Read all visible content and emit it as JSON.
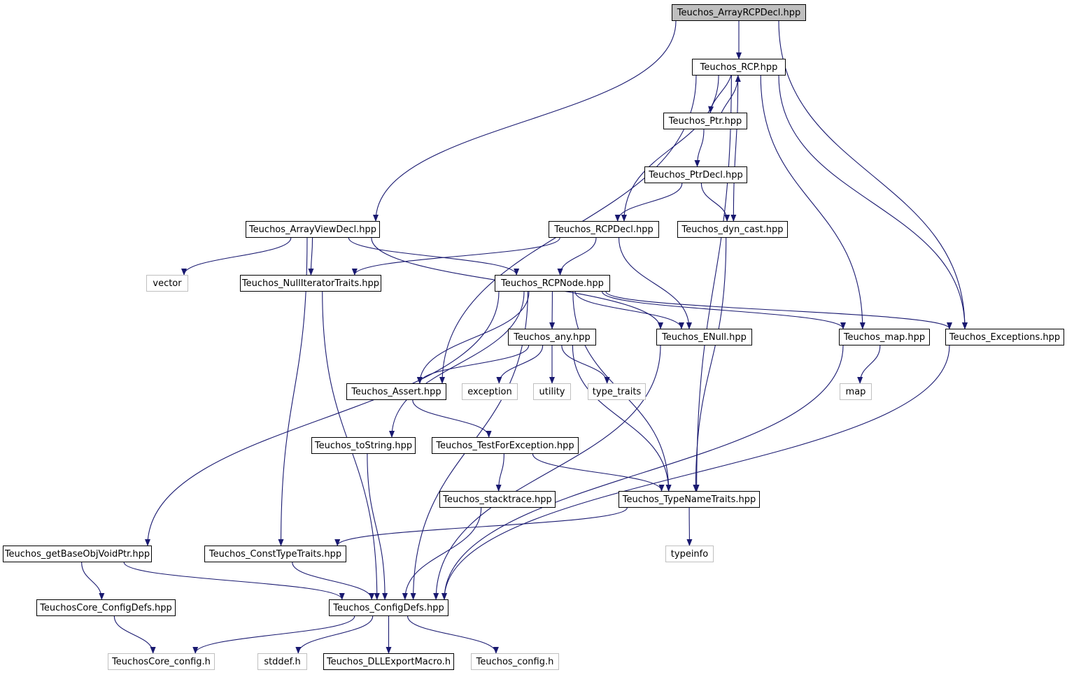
{
  "colors": {
    "edge": "#191970",
    "root_fill": "#bfbfbf",
    "node_border": "#000000",
    "external_border": "#c0c0c0"
  },
  "diagram": {
    "nodes": [
      {
        "id": "arrayrcpdecl",
        "label": "Teuchos_ArrayRCPDecl.hpp",
        "kind": "root"
      },
      {
        "id": "rcp",
        "label": "Teuchos_RCP.hpp",
        "kind": "std"
      },
      {
        "id": "ptr",
        "label": "Teuchos_Ptr.hpp",
        "kind": "std"
      },
      {
        "id": "ptrdecl",
        "label": "Teuchos_PtrDecl.hpp",
        "kind": "std"
      },
      {
        "id": "arrayviewdecl",
        "label": "Teuchos_ArrayViewDecl.hpp",
        "kind": "std"
      },
      {
        "id": "rcpdecl",
        "label": "Teuchos_RCPDecl.hpp",
        "kind": "std"
      },
      {
        "id": "dyncast",
        "label": "Teuchos_dyn_cast.hpp",
        "kind": "std"
      },
      {
        "id": "vector",
        "label": "vector",
        "kind": "ext"
      },
      {
        "id": "nulliter",
        "label": "Teuchos_NullIteratorTraits.hpp",
        "kind": "std"
      },
      {
        "id": "rcpnode",
        "label": "Teuchos_RCPNode.hpp",
        "kind": "std"
      },
      {
        "id": "any",
        "label": "Teuchos_any.hpp",
        "kind": "std"
      },
      {
        "id": "enull",
        "label": "Teuchos_ENull.hpp",
        "kind": "std"
      },
      {
        "id": "map_hpp",
        "label": "Teuchos_map.hpp",
        "kind": "std"
      },
      {
        "id": "exceptions",
        "label": "Teuchos_Exceptions.hpp",
        "kind": "std"
      },
      {
        "id": "assert",
        "label": "Teuchos_Assert.hpp",
        "kind": "std"
      },
      {
        "id": "exception",
        "label": "exception",
        "kind": "ext"
      },
      {
        "id": "utility",
        "label": "utility",
        "kind": "ext"
      },
      {
        "id": "type_traits",
        "label": "type_traits",
        "kind": "ext"
      },
      {
        "id": "map",
        "label": "map",
        "kind": "ext"
      },
      {
        "id": "tostring",
        "label": "Teuchos_toString.hpp",
        "kind": "std"
      },
      {
        "id": "testforexc",
        "label": "Teuchos_TestForException.hpp",
        "kind": "std"
      },
      {
        "id": "stacktrace",
        "label": "Teuchos_stacktrace.hpp",
        "kind": "std"
      },
      {
        "id": "typenametraits",
        "label": "Teuchos_TypeNameTraits.hpp",
        "kind": "std"
      },
      {
        "id": "typeinfo",
        "label": "typeinfo",
        "kind": "ext"
      },
      {
        "id": "getbaseobj",
        "label": "Teuchos_getBaseObjVoidPtr.hpp",
        "kind": "std"
      },
      {
        "id": "consttypetraits",
        "label": "Teuchos_ConstTypeTraits.hpp",
        "kind": "std"
      },
      {
        "id": "coreconfigdefs",
        "label": "TeuchosCore_ConfigDefs.hpp",
        "kind": "std"
      },
      {
        "id": "configdefs",
        "label": "Teuchos_ConfigDefs.hpp",
        "kind": "std"
      },
      {
        "id": "coreconfig",
        "label": "TeuchosCore_config.h",
        "kind": "ext"
      },
      {
        "id": "stddef",
        "label": "stddef.h",
        "kind": "ext"
      },
      {
        "id": "dllexport",
        "label": "Teuchos_DLLExportMacro.h",
        "kind": "std"
      },
      {
        "id": "config",
        "label": "Teuchos_config.h",
        "kind": "ext"
      }
    ],
    "edges": [
      [
        "arrayrcpdecl",
        "rcp"
      ],
      [
        "arrayrcpdecl",
        "arrayviewdecl"
      ],
      [
        "arrayrcpdecl",
        "exceptions"
      ],
      [
        "rcp",
        "ptr"
      ],
      [
        "ptr",
        "rcp"
      ],
      [
        "rcp",
        "rcpdecl"
      ],
      [
        "rcp",
        "dyncast"
      ],
      [
        "rcp",
        "assert"
      ],
      [
        "rcp",
        "typenametraits"
      ],
      [
        "rcp",
        "map_hpp"
      ],
      [
        "rcp",
        "exceptions"
      ],
      [
        "ptr",
        "ptrdecl"
      ],
      [
        "ptrdecl",
        "rcpdecl"
      ],
      [
        "ptrdecl",
        "dyncast"
      ],
      [
        "arrayviewdecl",
        "vector"
      ],
      [
        "arrayviewdecl",
        "nulliter"
      ],
      [
        "arrayviewdecl",
        "rcpnode"
      ],
      [
        "arrayviewdecl",
        "enull"
      ],
      [
        "arrayviewdecl",
        "consttypetraits"
      ],
      [
        "rcpdecl",
        "nulliter"
      ],
      [
        "rcpdecl",
        "rcpnode"
      ],
      [
        "rcpdecl",
        "enull"
      ],
      [
        "dyncast",
        "typenametraits"
      ],
      [
        "nulliter",
        "configdefs"
      ],
      [
        "rcpnode",
        "any"
      ],
      [
        "rcpnode",
        "enull"
      ],
      [
        "rcpnode",
        "map_hpp"
      ],
      [
        "rcpnode",
        "exceptions"
      ],
      [
        "rcpnode",
        "assert"
      ],
      [
        "rcpnode",
        "tostring"
      ],
      [
        "rcpnode",
        "getbaseobj"
      ],
      [
        "rcpnode",
        "configdefs"
      ],
      [
        "rcpnode",
        "typenametraits"
      ],
      [
        "any",
        "assert"
      ],
      [
        "any",
        "exception"
      ],
      [
        "any",
        "utility"
      ],
      [
        "any",
        "type_traits"
      ],
      [
        "any",
        "typenametraits"
      ],
      [
        "enull",
        "configdefs"
      ],
      [
        "map_hpp",
        "map"
      ],
      [
        "map_hpp",
        "configdefs"
      ],
      [
        "exceptions",
        "configdefs"
      ],
      [
        "assert",
        "testforexc"
      ],
      [
        "tostring",
        "configdefs"
      ],
      [
        "testforexc",
        "stacktrace"
      ],
      [
        "testforexc",
        "typenametraits"
      ],
      [
        "stacktrace",
        "configdefs"
      ],
      [
        "typenametraits",
        "typeinfo"
      ],
      [
        "typenametraits",
        "consttypetraits"
      ],
      [
        "getbaseobj",
        "coreconfigdefs"
      ],
      [
        "getbaseobj",
        "configdefs"
      ],
      [
        "consttypetraits",
        "configdefs"
      ],
      [
        "coreconfigdefs",
        "coreconfig"
      ],
      [
        "configdefs",
        "coreconfig"
      ],
      [
        "configdefs",
        "stddef"
      ],
      [
        "configdefs",
        "dllexport"
      ],
      [
        "configdefs",
        "config"
      ]
    ]
  }
}
